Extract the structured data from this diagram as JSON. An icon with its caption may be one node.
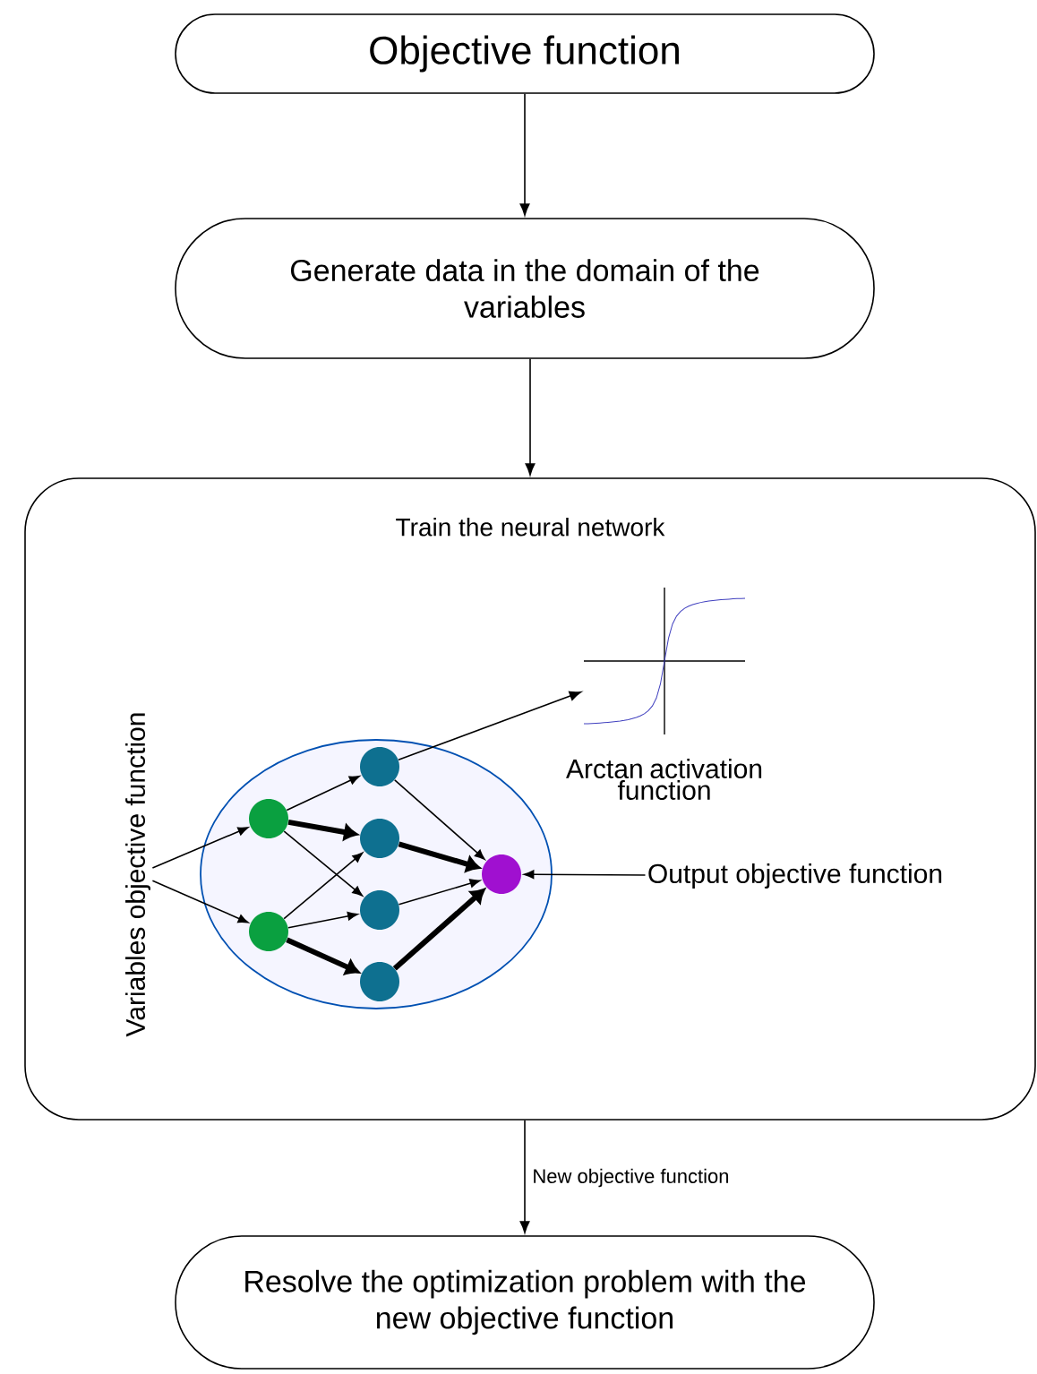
{
  "diagram": {
    "nodes": [
      {
        "text": [
          "Objective function"
        ]
      },
      {
        "text": [
          "Generate data in the domain of the variables"
        ]
      },
      {
        "text": [
          "Train the neural network"
        ]
      },
      {
        "text": [
          "Variables objective function"
        ],
        "in": 2
      },
      {
        "text": [],
        "shape": "circle",
        "in": 2
      },
      {
        "text": [],
        "shape": "circle",
        "in": 4
      },
      {
        "text": [],
        "shape": "circle",
        "in": 4
      },
      {
        "text": [],
        "shape": "circle",
        "in": 4
      },
      {
        "text": [],
        "shape": "circle",
        "in": 4
      },
      {
        "text": [],
        "shape": "circle",
        "in": 4
      },
      {
        "text": [],
        "shape": "circle",
        "in": 4
      },
      {
        "text": [],
        "shape": "circle",
        "in": 4
      },
      {
        "text": [],
        "shape": "picture",
        "in": 2,
        "beside": [
          "Arctan activation function"
        ]
      },
      {
        "text": [
          "Output objective function"
        ],
        "in": 2
      },
      {
        "text": [
          "Resolve the optimization problem with the new objective function"
        ]
      }
    ],
    "edges": [
      {
        "from": 0,
        "to": 1,
        "arrow": "to"
      },
      {
        "from": 1,
        "to": 2,
        "arrow": "to"
      },
      {
        "from": 3,
        "to": 5,
        "arrow": "to"
      },
      {
        "from": 3,
        "to": 6,
        "arrow": "to"
      },
      {
        "from": 5,
        "to": 7,
        "arrow": "to"
      },
      {
        "from": 5,
        "to": 8,
        "arrow": "to",
        "style": "thick"
      },
      {
        "from": 5,
        "to": 9,
        "arrow": "to"
      },
      {
        "from": 6,
        "to": 8,
        "arrow": "to"
      },
      {
        "from": 6,
        "to": 9,
        "arrow": "to"
      },
      {
        "from": 6,
        "to": 10,
        "arrow": "to",
        "style": "thick"
      },
      {
        "from": 7,
        "to": 11,
        "arrow": "to"
      },
      {
        "from": 8,
        "to": 11,
        "arrow": "to",
        "style": "thick"
      },
      {
        "from": 9,
        "to": 11,
        "arrow": "to"
      },
      {
        "from": 10,
        "to": 11,
        "arrow": "to",
        "style": "thick"
      },
      {
        "from": 7,
        "to": 12,
        "arrow": "to"
      },
      {
        "from": 13,
        "to": 11,
        "arrow": "to"
      },
      {
        "from": 2,
        "to": 14,
        "label": "New objective function",
        "arrow": "to"
      }
    ]
  }
}
